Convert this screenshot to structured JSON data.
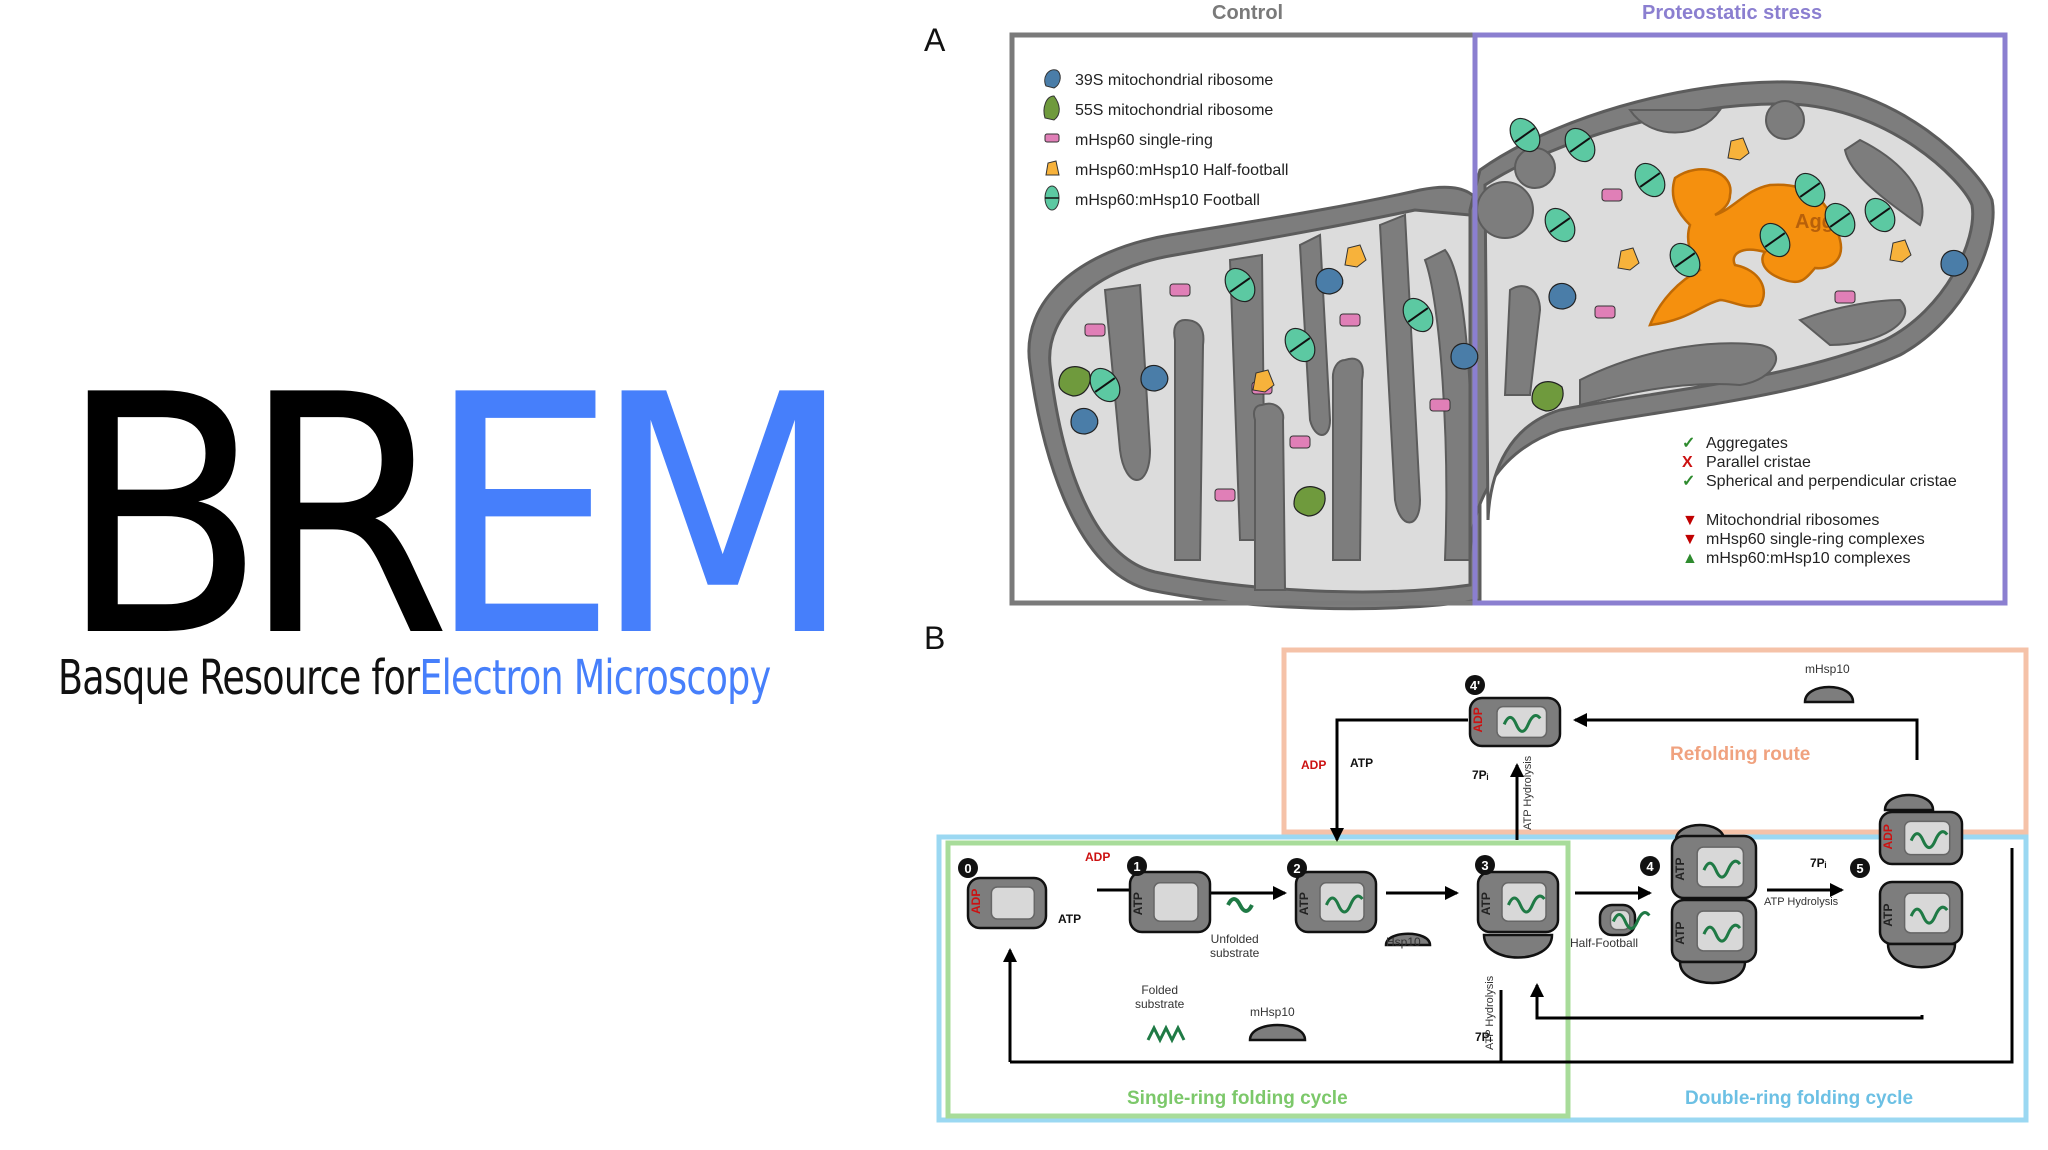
{
  "logo": {
    "part1": "BR",
    "part2": "EM",
    "subtitle_part1": "Basque Resource for",
    "subtitle_part2": "Electron Microscopy",
    "colors": {
      "dark": "#000000",
      "accent": "#467ffb"
    }
  },
  "panel_a": {
    "letter": "A",
    "control_title": "Control",
    "stress_title": "Proteostatic stress",
    "colors": {
      "control": "#7a7a7a",
      "stress": "#8b7fd0"
    },
    "legend": [
      {
        "icon": "39s-ribosome-icon",
        "label": "39S mitochondrial ribosome",
        "color": "#4a7da8"
      },
      {
        "icon": "55s-ribosome-icon",
        "label": "55S mitochondrial ribosome",
        "color": "#6f9a3d"
      },
      {
        "icon": "single-ring-icon",
        "label": "mHsp60 single-ring",
        "color": "#e07fb7"
      },
      {
        "icon": "half-football-icon",
        "label": "mHsp60:mHsp10 Half-football",
        "color": "#f7b23b"
      },
      {
        "icon": "football-icon",
        "label": "mHsp60:mHsp10 Football",
        "color": "#5cc9a2"
      }
    ],
    "aggregate_label": "Agg.",
    "findings": [
      {
        "mark": "✓",
        "kind": "check",
        "color": "#2e8b2e",
        "label": "Aggregates"
      },
      {
        "mark": "X",
        "kind": "cross",
        "color": "#cc1111",
        "label": "Parallel cristae"
      },
      {
        "mark": "✓",
        "kind": "check",
        "color": "#2e8b2e",
        "label": "Spherical and perpendicular cristae"
      }
    ],
    "changes": [
      {
        "mark": "▼",
        "kind": "down",
        "color": "#c00000",
        "label": "Mitochondrial ribosomes"
      },
      {
        "mark": "▼",
        "kind": "down",
        "color": "#c00000",
        "label": "mHsp60 single-ring complexes"
      },
      {
        "mark": "▲",
        "kind": "up",
        "color": "#2e8b2e",
        "label": "mHsp60:mHsp10 complexes"
      }
    ]
  },
  "panel_b": {
    "letter": "B",
    "routes": {
      "refolding": {
        "label": "Refolding route",
        "color": "#f5c2a8",
        "text_color": "#f0a27f"
      },
      "single": {
        "label": "Single-ring folding cycle",
        "color": "#a8dc9a",
        "text_color": "#7cc86a"
      },
      "double": {
        "label": "Double-ring folding cycle",
        "color": "#9bd8f2",
        "text_color": "#6cc0e4"
      }
    },
    "states": [
      "0",
      "1",
      "2",
      "3",
      "4",
      "4'",
      "5"
    ],
    "labels": {
      "adp": "ADP",
      "atp": "ATP",
      "pi": "7Pᵢ",
      "atp_hydrolysis": "ATP Hydrolysis",
      "unfolded_substrate_1": "Unfolded",
      "unfolded_substrate_2": "substrate",
      "hsp10": "Hsp10",
      "mhsp10": "mHsp10",
      "folded_substrate_1": "Folded",
      "folded_substrate_2": "substrate",
      "half_football": "Half-Football"
    }
  }
}
